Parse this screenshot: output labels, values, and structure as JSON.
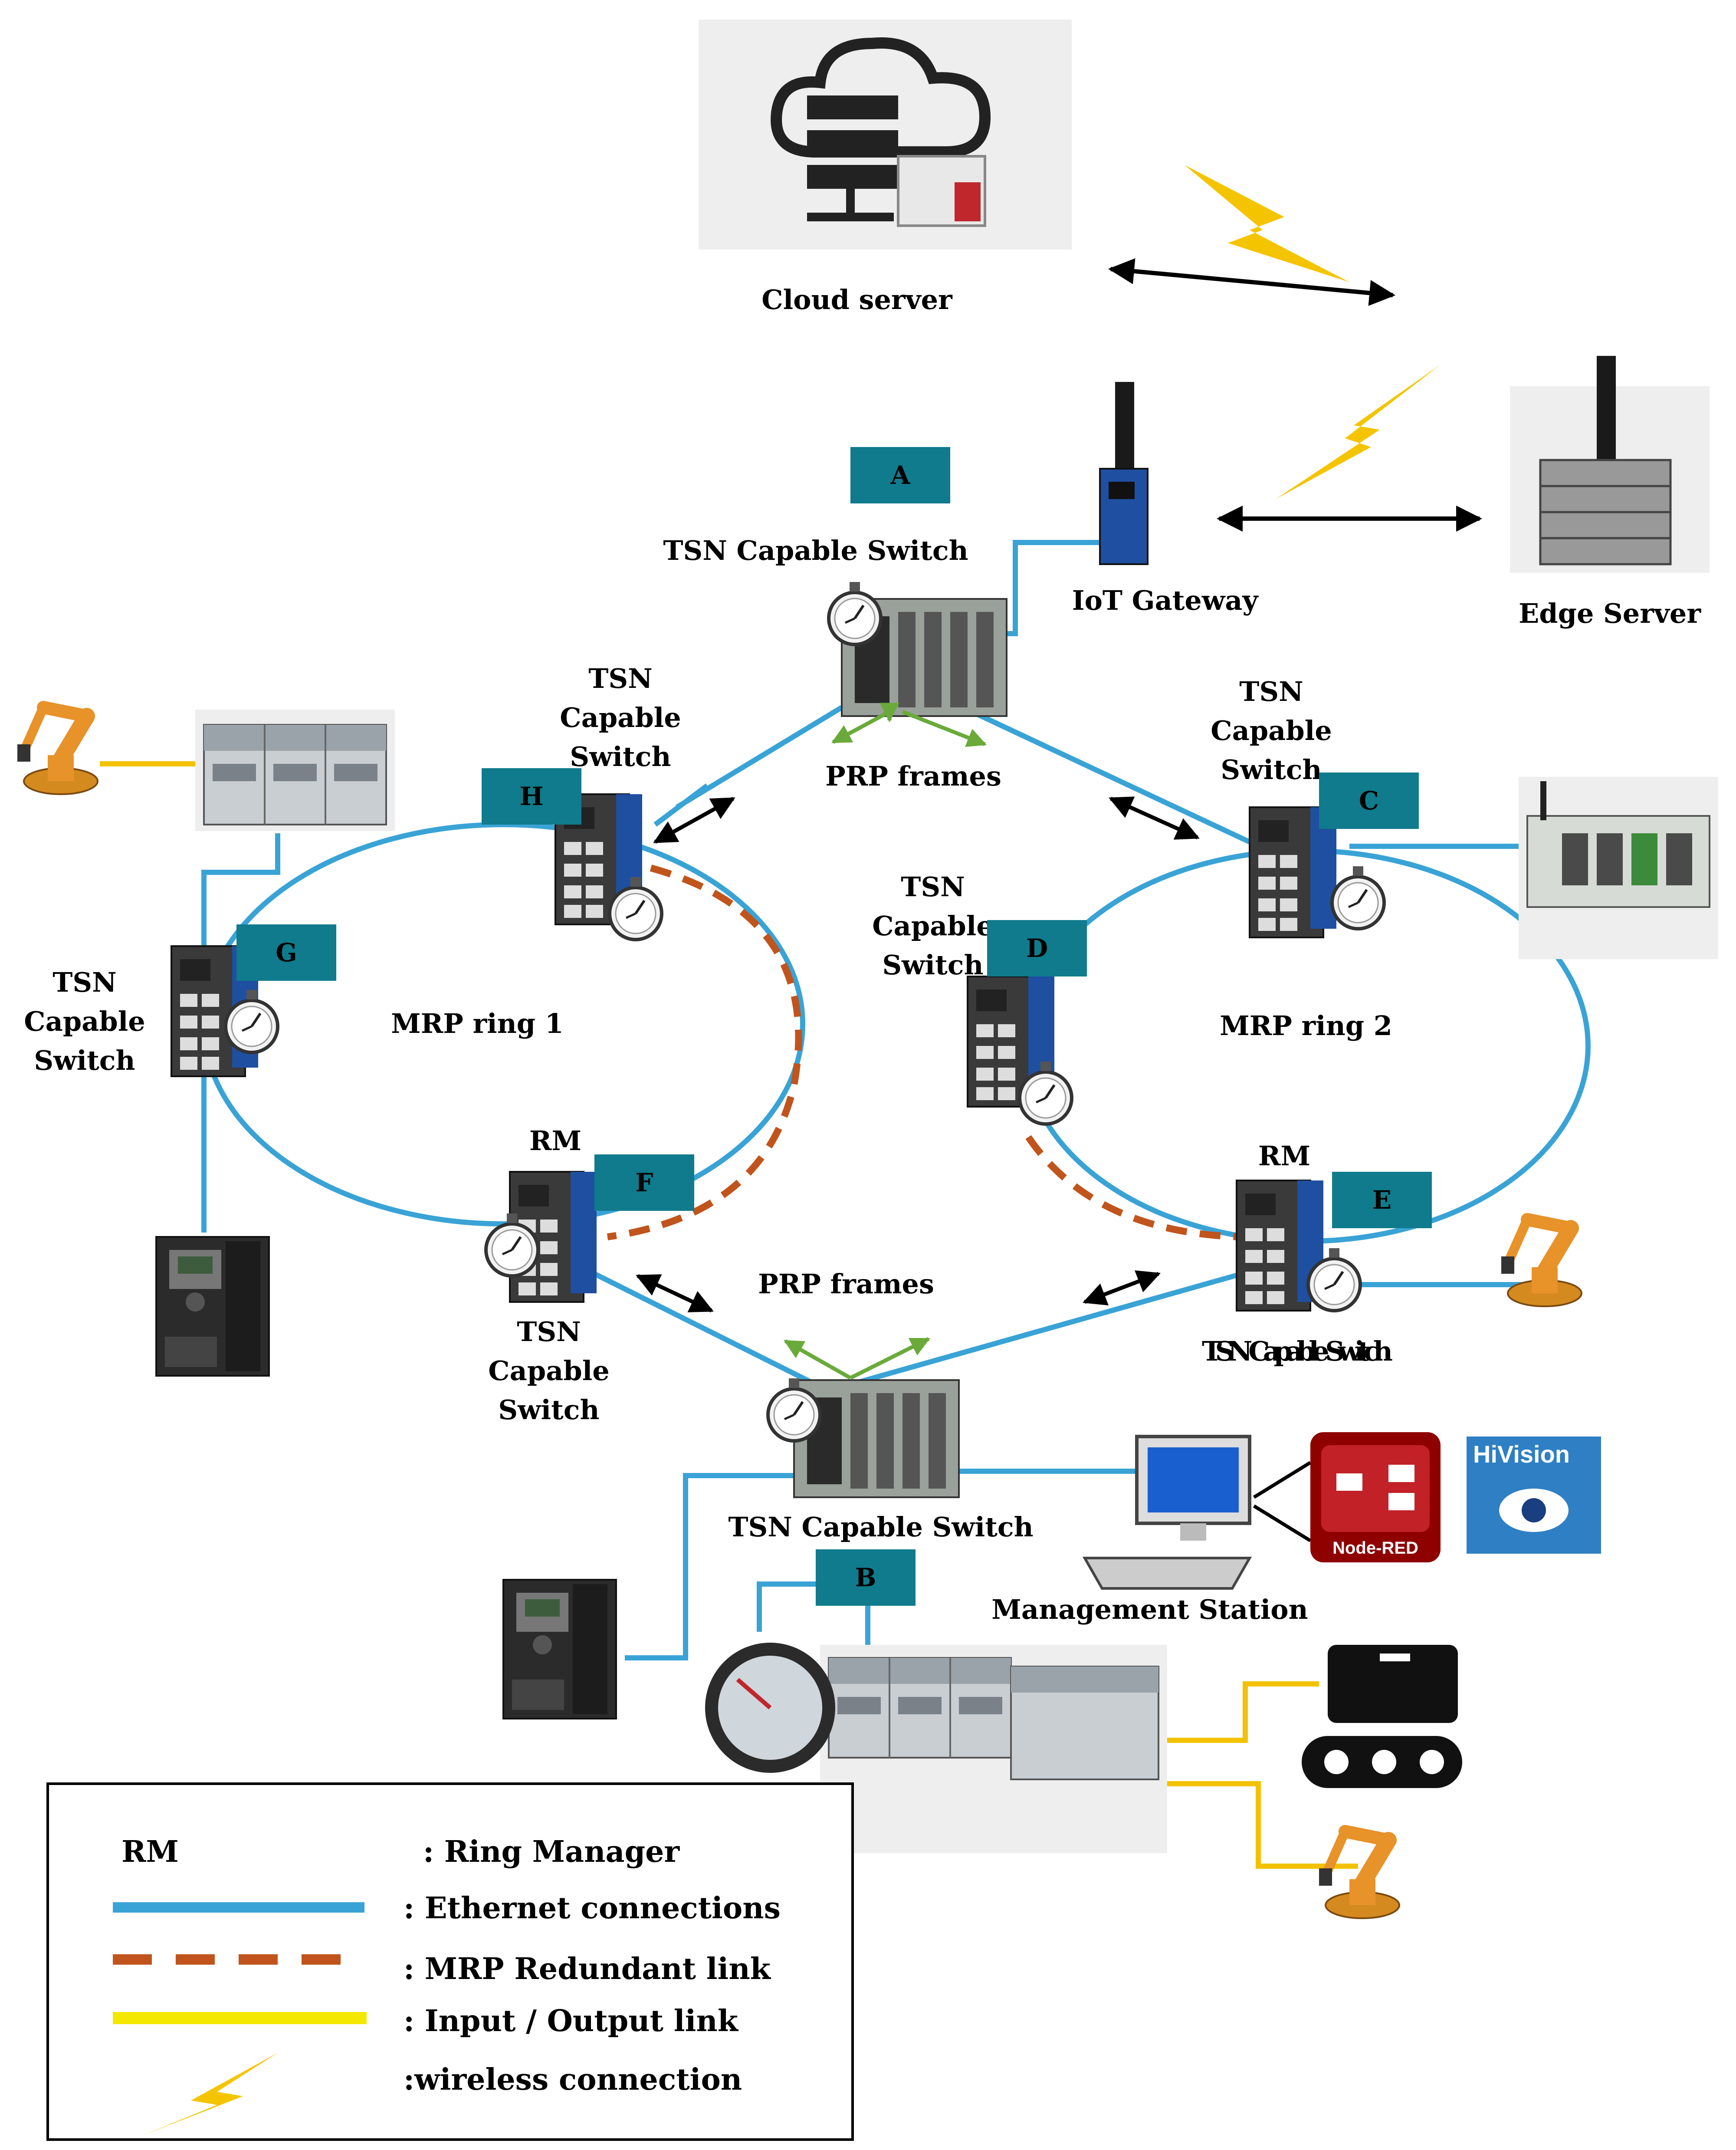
{
  "labels": {
    "cloud_server": "Cloud server",
    "iot_gateway": "IoT Gateway",
    "edge_server": "Edge Server",
    "tsn_capable_switch": "TSN Capable Switch",
    "tsn": "TSN",
    "capable": "Capable",
    "switch": "Switch",
    "prp_frames": "PRP frames",
    "mrp_ring_1": "MRP ring 1",
    "mrp_ring_2": "MRP ring 2",
    "rm": "RM",
    "management_station": "Management Station",
    "node_red": "Node-RED",
    "hivision": "HiVision"
  },
  "node_tags": [
    "A",
    "B",
    "C",
    "D",
    "E",
    "F",
    "G",
    "H"
  ],
  "legend": {
    "rm_key": "RM",
    "rm_desc": ": Ring Manager",
    "ethernet_desc": ": Ethernet connections",
    "mrp_desc": ": MRP Redundant link",
    "io_desc": ": Input / Output link",
    "wireless_desc": ":wireless connection"
  },
  "colors": {
    "ethernet": "#3aa3d6",
    "mrp_redundant": "#c0541c",
    "io_link": "#f2c200",
    "tag_fill": "#0f7b8c",
    "lightning": "#f5c400"
  }
}
